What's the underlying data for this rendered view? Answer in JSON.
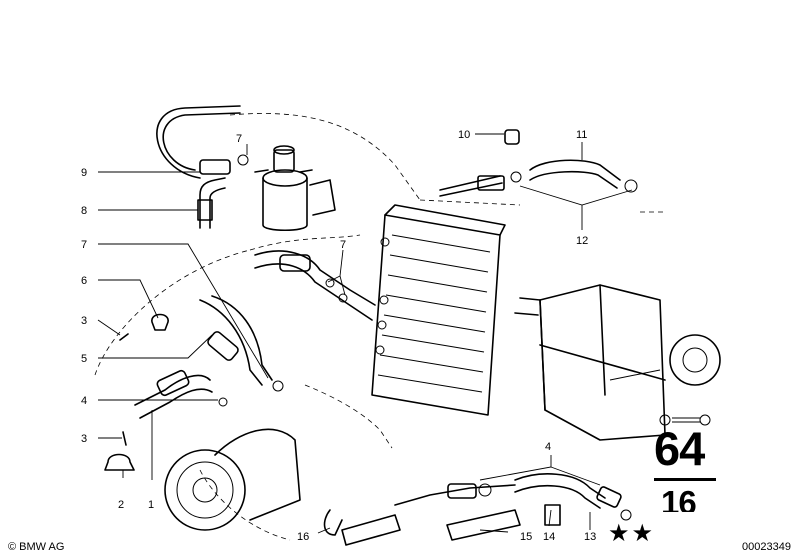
{
  "callouts": {
    "c1": "1",
    "c2": "2",
    "c3a": "3",
    "c3b": "3",
    "c4a": "4",
    "c4b": "4",
    "c5": "5",
    "c6": "6",
    "c7a": "7",
    "c7b": "7",
    "c7c": "7",
    "c8": "8",
    "c9": "9",
    "c10": "10",
    "c11": "11",
    "c12": "12",
    "c13": "13",
    "c14": "14",
    "c15": "15",
    "c16": "16"
  },
  "group": {
    "main": "64",
    "sub": "16"
  },
  "marks": {
    "stars": "★★"
  },
  "footer": {
    "copyright": "© BMW AG",
    "doc_number": "00023349"
  }
}
